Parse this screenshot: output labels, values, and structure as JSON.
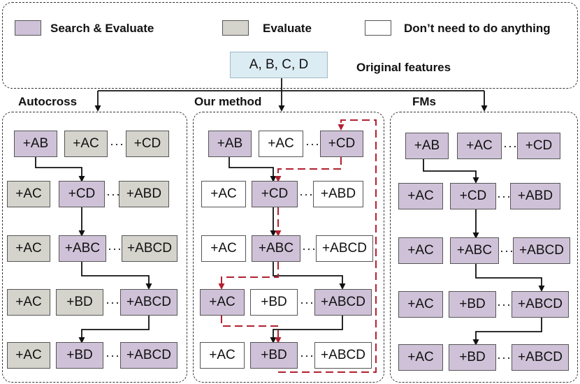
{
  "legend": {
    "search_evaluate": "Search & Evaluate",
    "evaluate": "Evaluate",
    "nothing": "Don’t need to do anything"
  },
  "colors": {
    "search_evaluate": "#cfc2d8",
    "evaluate": "#d4d4cc",
    "nothing": "#ffffff",
    "original": "#dcecf3",
    "red_path": "#b22030"
  },
  "original": {
    "box": "A, B, C, D",
    "label": "Original features"
  },
  "panels": {
    "autocross": {
      "title": "Autocross",
      "rows": [
        [
          "+AB",
          "+AC",
          "+CD"
        ],
        [
          "+AC",
          "+CD",
          "+ABD"
        ],
        [
          "+AC",
          "+ABC",
          "+ABCD"
        ],
        [
          "+AC",
          "+BD",
          "+ABCD"
        ],
        [
          "+AC",
          "+BD",
          "+ABCD"
        ]
      ]
    },
    "ours": {
      "title": "Our method",
      "rows": [
        [
          "+AB",
          "+AC",
          "+CD"
        ],
        [
          "+AC",
          "+CD",
          "+ABD"
        ],
        [
          "+AC",
          "+ABC",
          "+ABCD"
        ],
        [
          "+AC",
          "+BD",
          "+ABCD"
        ],
        [
          "+AC",
          "+BD",
          "+ABCD"
        ]
      ]
    },
    "fms": {
      "title": "FMs",
      "rows": [
        [
          "+AB",
          "+AC",
          "+CD"
        ],
        [
          "+AC",
          "+CD",
          "+ABD"
        ],
        [
          "+AC",
          "+ABC",
          "+ABCD"
        ],
        [
          "+AC",
          "+BD",
          "+ABCD"
        ],
        [
          "+AC",
          "+BD",
          "+ABCD"
        ]
      ]
    }
  }
}
